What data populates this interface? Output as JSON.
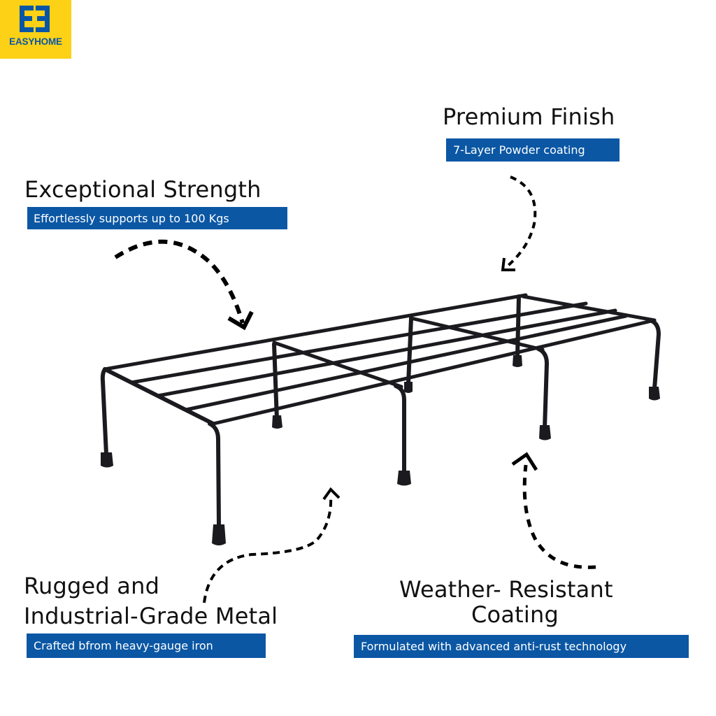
{
  "brand": {
    "name": "EASYHOME",
    "logo_icon": "ee-monogram-icon",
    "colors": {
      "background": "#fcd116",
      "mark": "#0a56a6"
    }
  },
  "colors": {
    "tag_background": "#0b57a4",
    "tag_text": "#ffffff",
    "heading_text": "#111111",
    "rack": "#1b1b1f",
    "arrow": "#000000"
  },
  "features": [
    {
      "id": "premium-finish",
      "title": "Premium Finish",
      "subtitle": "7-Layer Powder coating",
      "arrow_icon": "dashed-curved-arrow-down-left-icon"
    },
    {
      "id": "exceptional-strength",
      "title": "Exceptional Strength",
      "subtitle": "Effortlessly supports up to 100 Kgs",
      "arrow_icon": "dashed-curved-arrow-down-right-icon"
    },
    {
      "id": "rugged-metal",
      "title_line1": "Rugged and",
      "title_line2": "Industrial-Grade Metal",
      "subtitle": "Crafted bfrom heavy-gauge iron",
      "arrow_icon": "dashed-s-curve-arrow-up-icon"
    },
    {
      "id": "weather-resistant",
      "title_line1": "Weather- Resistant",
      "title_line2": "Coating",
      "subtitle": "Formulated with advanced anti-rust technology",
      "arrow_icon": "dashed-curved-arrow-up-icon"
    }
  ],
  "product": {
    "image_label": "black-wire-shelf-rack",
    "legs": 8,
    "rods": 5
  }
}
